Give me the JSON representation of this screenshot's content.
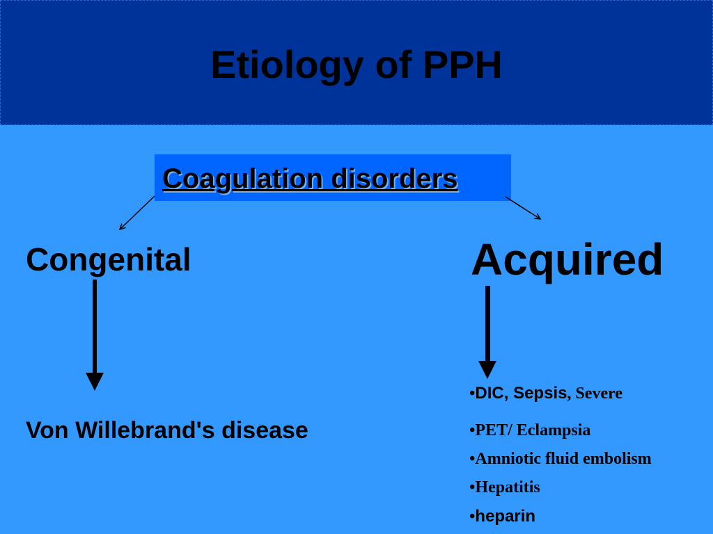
{
  "slide": {
    "title": "Etiology of PPH",
    "center_label": "Coagulation disorders",
    "left": {
      "heading": "Congenital",
      "item": "Von Willebrand's disease"
    },
    "right": {
      "heading": "Acquired",
      "bullet": "•",
      "items": [
        {
          "part_a": "DIC, Sepsis",
          "part_b": ", Severe"
        },
        {
          "part_a": "PET/ Eclampsia"
        },
        {
          "part_a": "Amniotic fluid embolism"
        },
        {
          "part_a": "Hepatitis"
        },
        {
          "part_a": "heparin"
        }
      ]
    },
    "colors": {
      "background": "#3399ff",
      "title_bar": "#003399",
      "label_box": "#0066ff",
      "text": "#000000"
    }
  }
}
